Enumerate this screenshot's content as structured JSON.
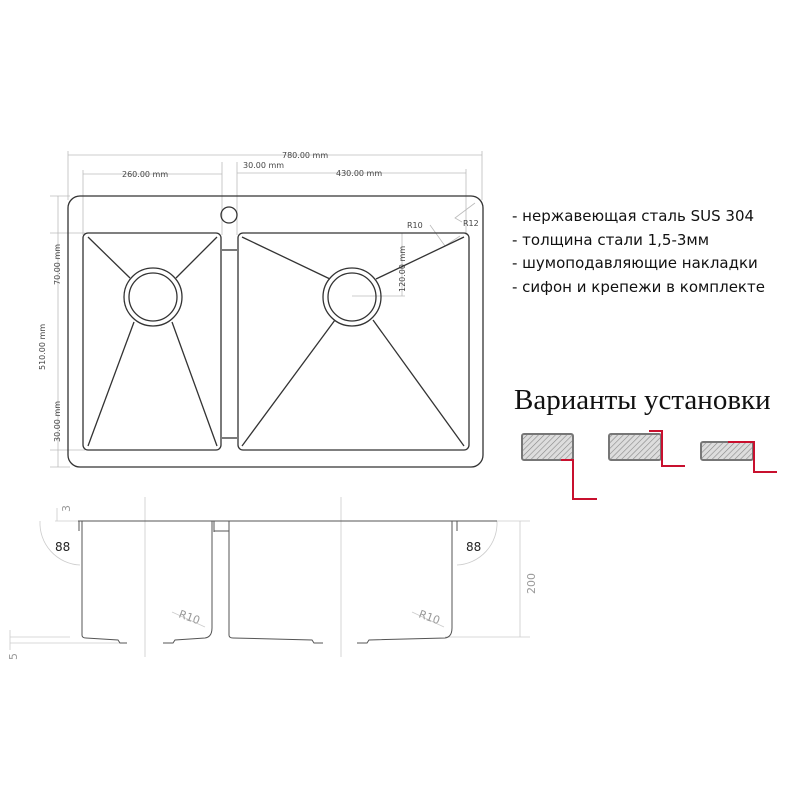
{
  "top_view": {
    "dimensions": {
      "overall_width": "780.00 mm",
      "left_bowl_width": "260.00 mm",
      "divider_width": "30.00 mm",
      "right_bowl_width": "430.00 mm",
      "top_margin": "70.00 mm",
      "overall_depth": "510.00 mm",
      "bottom_margin": "30.00 mm",
      "drain_offset": "120.00 mm",
      "inner_radius": "R10",
      "outer_radius": "R12"
    }
  },
  "side_view": {
    "dimensions": {
      "flange": "3",
      "left_angle": "88",
      "right_angle": "88",
      "left_radius": "R10",
      "right_radius": "R10",
      "depth": "200",
      "bottom_step": "5"
    }
  },
  "features": [
    "- нержавеющая сталь SUS 304",
    "- толщина стали 1,5-3мм",
    "- шумоподавляющие накладки",
    "- сифон и крепежи в комплекте"
  ],
  "installation": {
    "title": "Варианты установки",
    "variants": [
      "undermount",
      "flush-mount",
      "top-mount"
    ],
    "accent_color": "#c8102e"
  }
}
